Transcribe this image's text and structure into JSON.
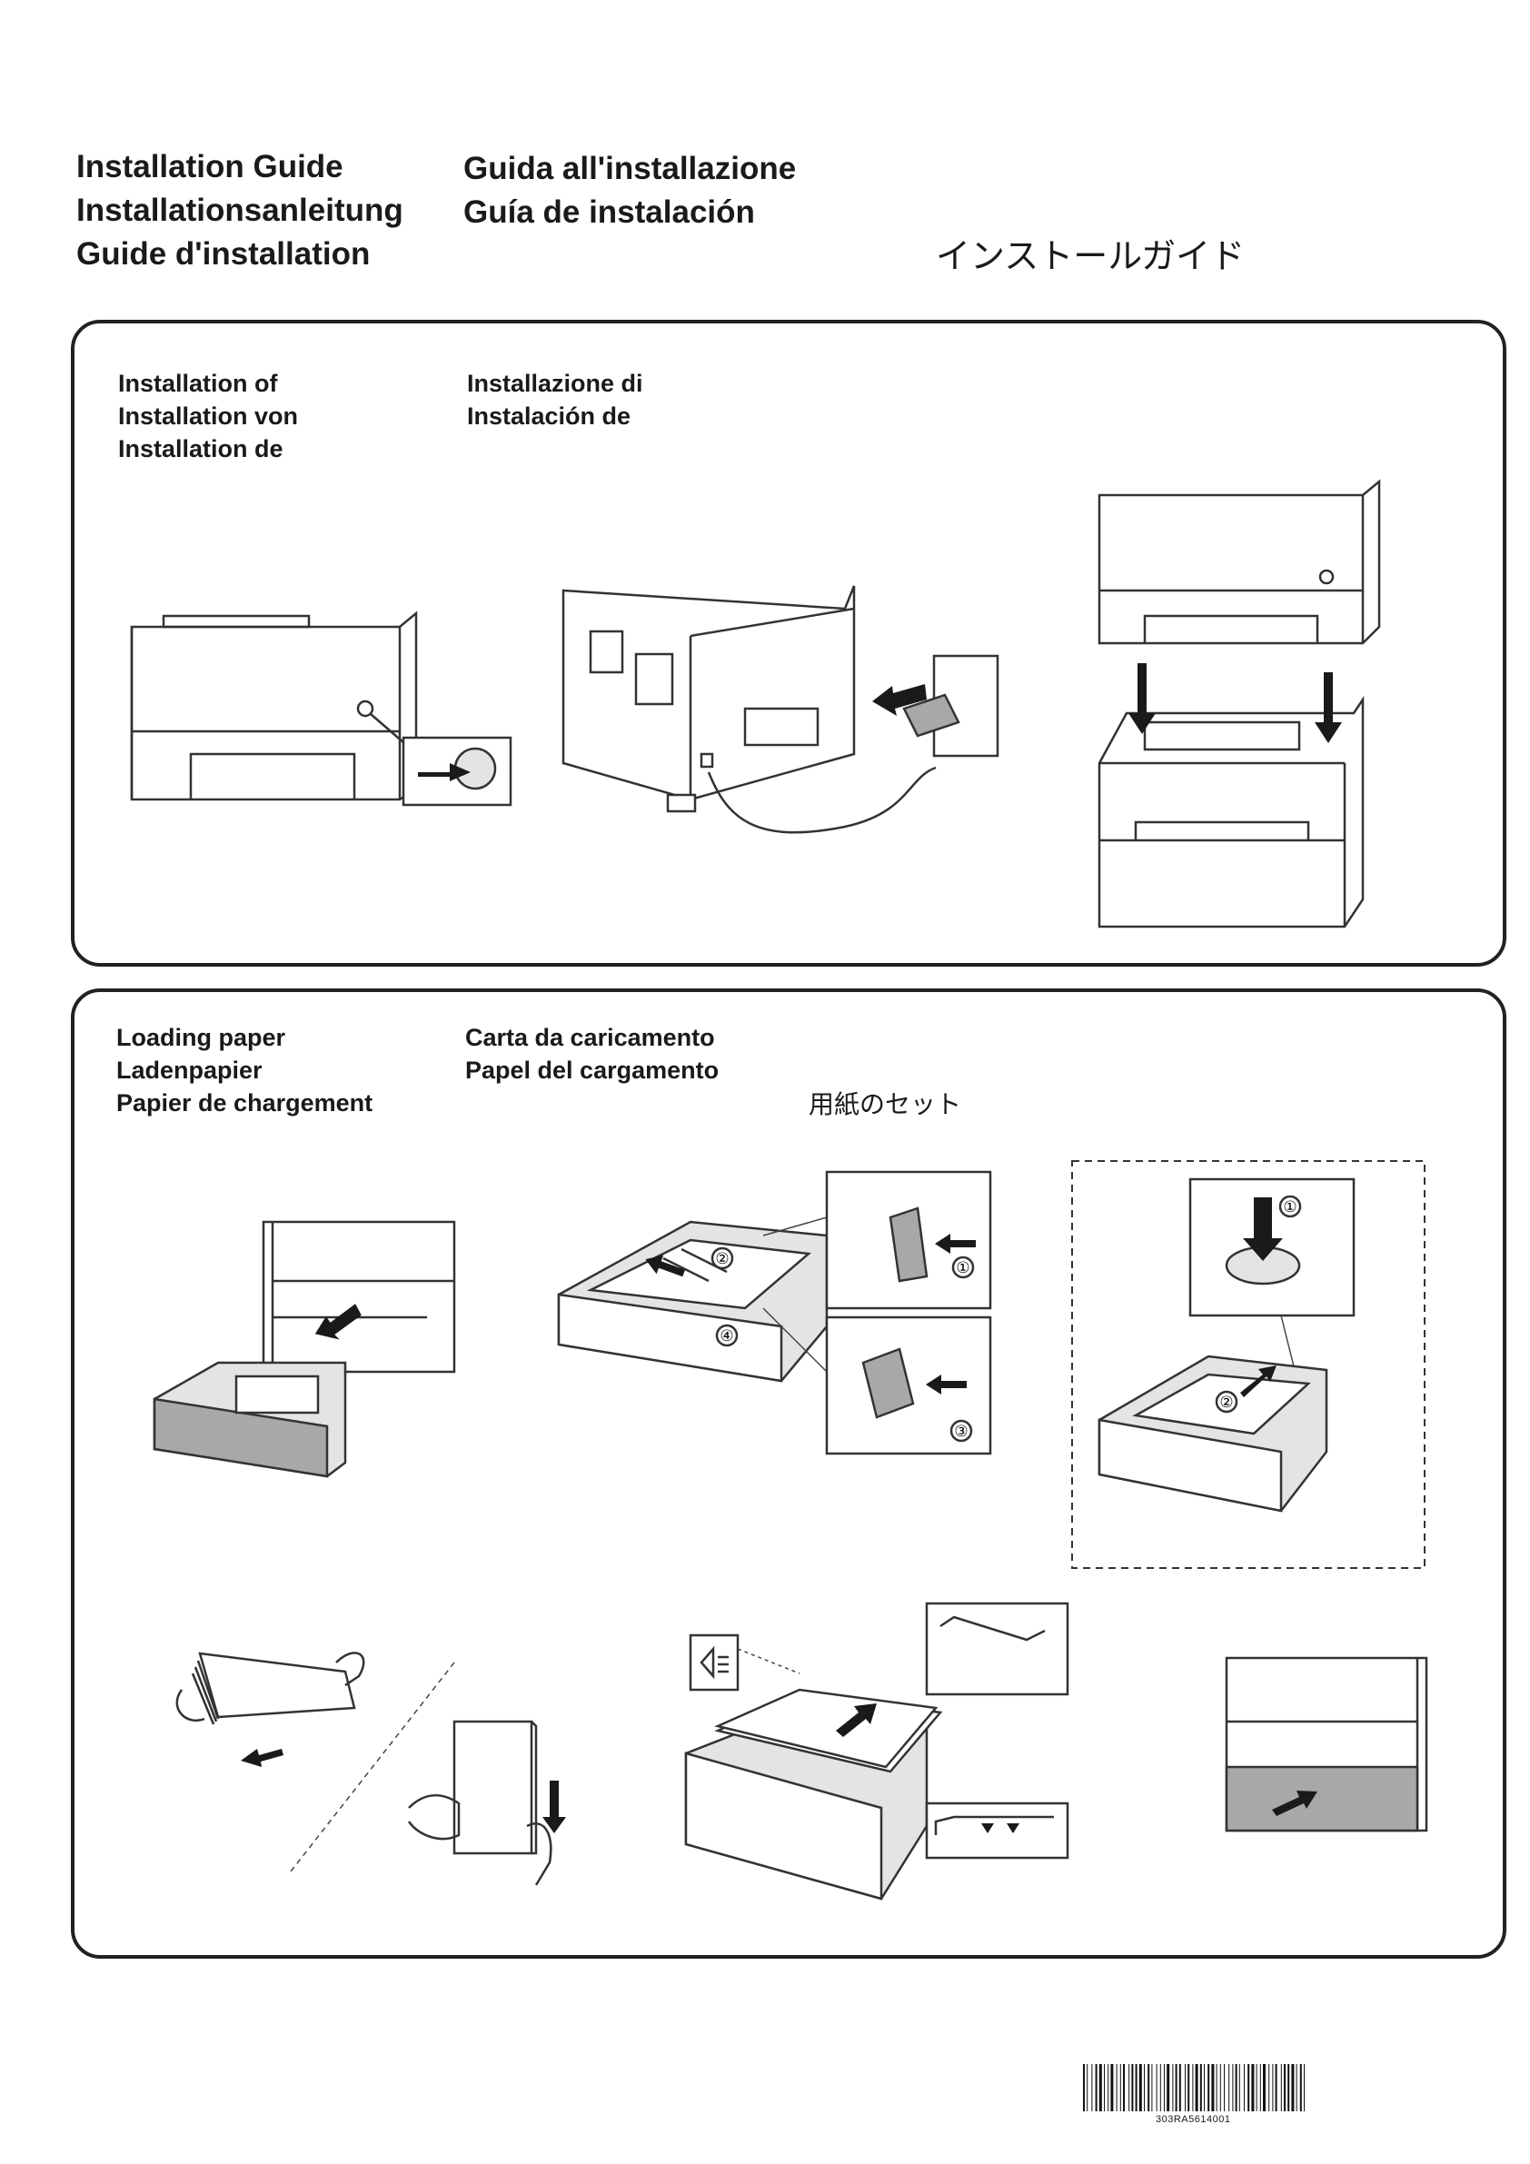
{
  "header": {
    "col1": [
      "Installation Guide",
      "Installationsanleitung",
      "Guide d'installation"
    ],
    "col2": [
      "Guida all'installazione",
      "Guía de instalación"
    ],
    "jp": "インストールガイド"
  },
  "section_install": {
    "col1": [
      "Installation of",
      "Installation von",
      "Installation de"
    ],
    "col2": [
      "Installazione di",
      "Instalación de"
    ]
  },
  "section_paper": {
    "col1": [
      "Loading paper",
      "Ladenpapier",
      "Papier de chargement"
    ],
    "col2": [
      "Carta da caricamento",
      "Papel del cargamento"
    ],
    "jp": "用紙のセット"
  },
  "callouts": [
    "①",
    "②",
    "③",
    "④"
  ],
  "barcode": {
    "code": "303RA5614001"
  }
}
